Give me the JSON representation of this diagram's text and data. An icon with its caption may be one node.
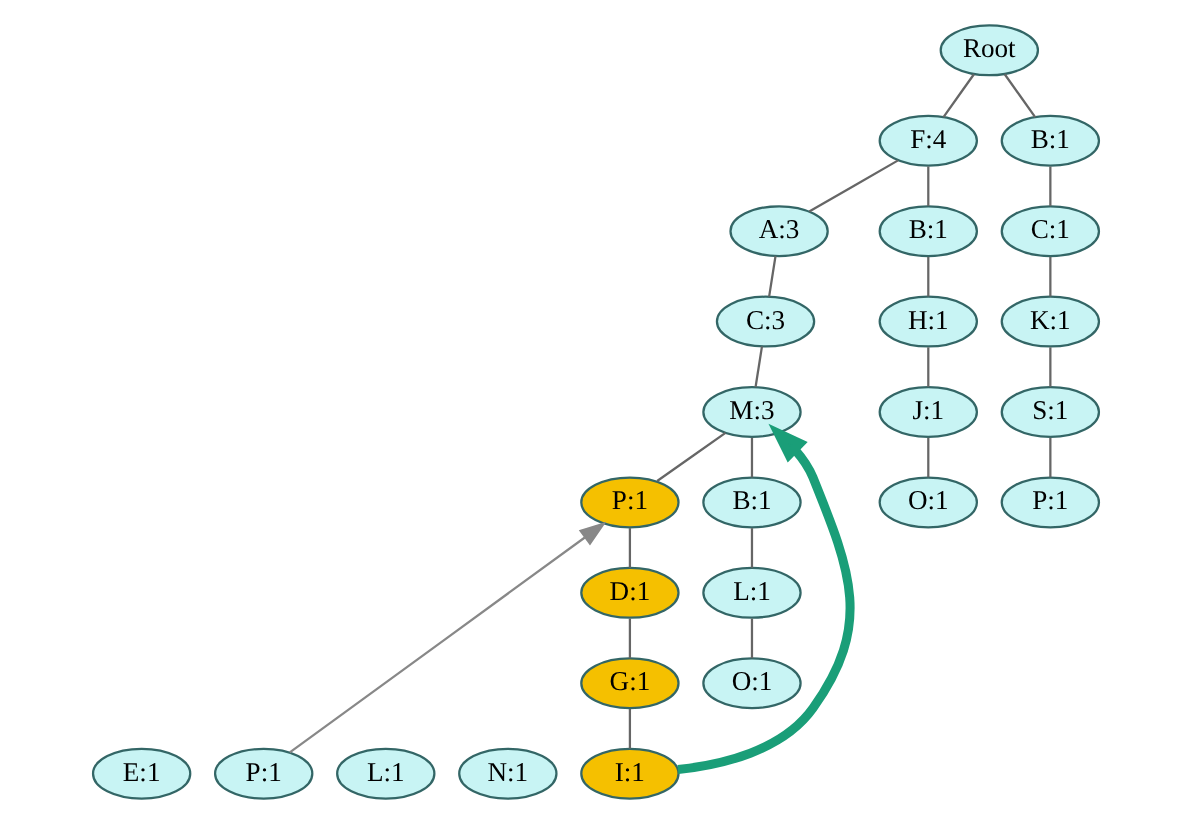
{
  "diagram": {
    "nodes": [
      {
        "text": [
          "E:1"
        ]
      },
      {
        "text": [
          "P:1"
        ]
      },
      {
        "text": [
          "L:1"
        ]
      },
      {
        "text": [
          "N:1"
        ]
      },
      {
        "text": [
          "Root"
        ]
      },
      {
        "text": [
          "F:4"
        ]
      },
      {
        "text": [
          "B:1"
        ]
      },
      {
        "text": [
          "A:3"
        ]
      },
      {
        "text": [
          "B:1"
        ]
      },
      {
        "text": [
          "C:1"
        ]
      },
      {
        "text": [
          "C:3"
        ]
      },
      {
        "text": [
          "H:1"
        ]
      },
      {
        "text": [
          "K:1"
        ]
      },
      {
        "text": [
          "M:3"
        ]
      },
      {
        "text": [
          "J:1"
        ]
      },
      {
        "text": [
          "S:1"
        ]
      },
      {
        "text": [
          "P:1"
        ]
      },
      {
        "text": [
          "B:1"
        ]
      },
      {
        "text": [
          "O:1"
        ]
      },
      {
        "text": [
          "P:1"
        ]
      },
      {
        "text": [
          "D:1"
        ]
      },
      {
        "text": [
          "L:1"
        ]
      },
      {
        "text": [
          "G:1"
        ]
      },
      {
        "text": [
          "O:1"
        ]
      },
      {
        "text": [
          "I:1"
        ]
      }
    ],
    "edges": [
      {
        "from": 4,
        "to": 5,
        "arrow": "none"
      },
      {
        "from": 4,
        "to": 6,
        "arrow": "none"
      },
      {
        "from": 5,
        "to": 7,
        "arrow": "none"
      },
      {
        "from": 5,
        "to": 8,
        "arrow": "none"
      },
      {
        "from": 6,
        "to": 9,
        "arrow": "none"
      },
      {
        "from": 7,
        "to": 10,
        "arrow": "none"
      },
      {
        "from": 8,
        "to": 11,
        "arrow": "none"
      },
      {
        "from": 9,
        "to": 12,
        "arrow": "none"
      },
      {
        "from": 10,
        "to": 13,
        "arrow": "none"
      },
      {
        "from": 11,
        "to": 14,
        "arrow": "none"
      },
      {
        "from": 12,
        "to": 15,
        "arrow": "none"
      },
      {
        "from": 13,
        "to": 16,
        "arrow": "none"
      },
      {
        "from": 13,
        "to": 17,
        "arrow": "none"
      },
      {
        "from": 14,
        "to": 18,
        "arrow": "none"
      },
      {
        "from": 15,
        "to": 19,
        "arrow": "none"
      },
      {
        "from": 16,
        "to": 20,
        "arrow": "none"
      },
      {
        "from": 17,
        "to": 21,
        "arrow": "none"
      },
      {
        "from": 20,
        "to": 22,
        "arrow": "none"
      },
      {
        "from": 21,
        "to": 23,
        "arrow": "none"
      },
      {
        "from": 22,
        "to": 24,
        "arrow": "none"
      },
      {
        "from": 1,
        "to": 16,
        "arrow": "to",
        "color": "#888888"
      },
      {
        "from": 24,
        "to": 13,
        "arrow": "to",
        "style": "thick",
        "color": "#1a9e78"
      }
    ]
  }
}
